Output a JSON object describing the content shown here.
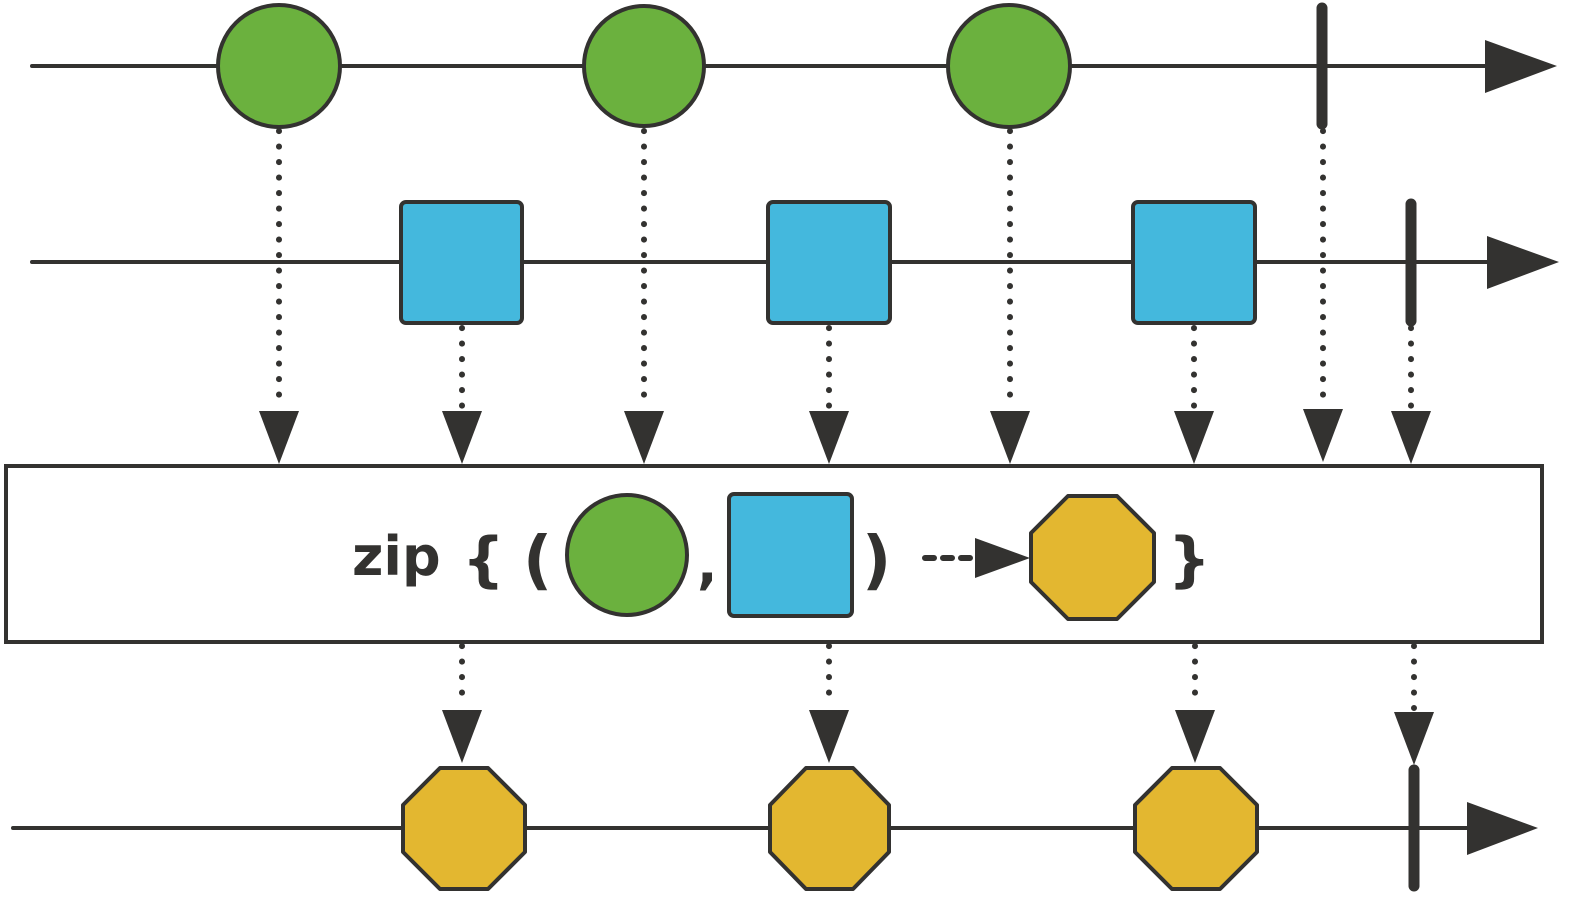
{
  "operator": {
    "name": "zip",
    "open_brace": "{",
    "open_paren": "(",
    "comma": ",",
    "close_paren": ")",
    "close_brace": "}"
  },
  "colors": {
    "stroke": "#333230",
    "green": "#6bb13e",
    "blue": "#44b8dd",
    "yellow": "#e3b730",
    "background": "#ffffff"
  },
  "streams": [
    {
      "id": "source-circles",
      "shape": "circle",
      "emissions": 3,
      "completes": true
    },
    {
      "id": "source-squares",
      "shape": "square",
      "emissions": 3,
      "completes": true
    },
    {
      "id": "result-octagons",
      "shape": "octagon",
      "emissions": 3,
      "completes": true
    }
  ]
}
